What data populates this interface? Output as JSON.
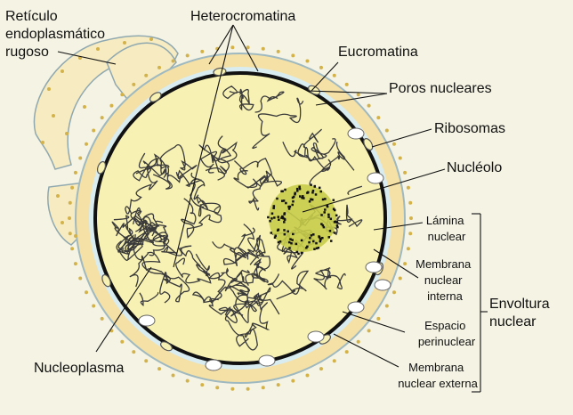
{
  "labels": {
    "reticulo": [
      "Retículo",
      "endoplasmático",
      "rugoso"
    ],
    "heterocromatina": "Heterocromatina",
    "eucromatina": "Eucromatina",
    "poros": "Poros nucleares",
    "ribosomas": "Ribosomas",
    "nucleolo": "Nucléolo",
    "lamina": [
      "Lámina",
      "nuclear"
    ],
    "membrana_interna": [
      "Membrana",
      "nuclear",
      "interna"
    ],
    "envoltura": [
      "Envoltura",
      "nuclear"
    ],
    "espacio": [
      "Espacio",
      "perinuclear"
    ],
    "membrana_externa": [
      "Membrana",
      "nuclear externa"
    ],
    "nucleoplasma": "Nucleoplasma"
  },
  "colors": {
    "background": "#f4f3e4",
    "nucleoplasm": "#f7f1b4",
    "envelope_space": "#f5e0a6",
    "er_fill": "#f7ebc1",
    "membrane_light": "#d9ecef",
    "inner_membrane": "#111111",
    "nucleolus": "#c7cc4a",
    "ribosome": "#d3b24a",
    "chromatin": "#3a3a3a"
  }
}
